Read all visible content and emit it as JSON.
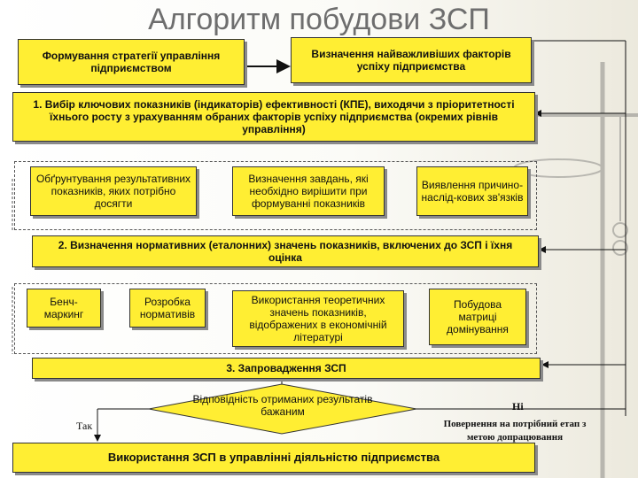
{
  "title": "Алгоритм побудови ЗСП",
  "top_left_box": "Формування стратегії управління підприємством",
  "top_right_box": "Визначення найважливіших факторів успіху підприємства",
  "step1": {
    "number": "1.",
    "text": " Вибір ключових показників (індикаторів) ефективності (КПЕ), виходячи з пріоритетності їхнього росту з урахуванням обраних факторів успіху підприємства  (окремих рівнів управління)"
  },
  "step1_subs": [
    "Обґрунтування результативних показників, яких потрібно досягти",
    "Визначення завдань, які необхідно вирішити при формуванні показників",
    "Виявлення причино-наслід-кових зв'язків"
  ],
  "step2": {
    "number": "2.",
    "text": " Визначення нормативних (еталонних) значень показників, включених до ЗСП і їхня оцінка"
  },
  "step2_subs": [
    "Бенч-маркинг",
    "Розробка нормативів",
    "Використання теоретичних значень показників, відображених в економічній літературі",
    "Побудова матриці домінування"
  ],
  "step3": "3. Запровадження ЗСП",
  "decision": "Відповідність отриманих результатів  бажаним",
  "yes_label": "Так",
  "no_label": "Ні",
  "return_text": "Повернення на потрібний етап з метою допрацювання",
  "final_box": "Використання ЗСП в управлінні діяльністю підприємства"
}
